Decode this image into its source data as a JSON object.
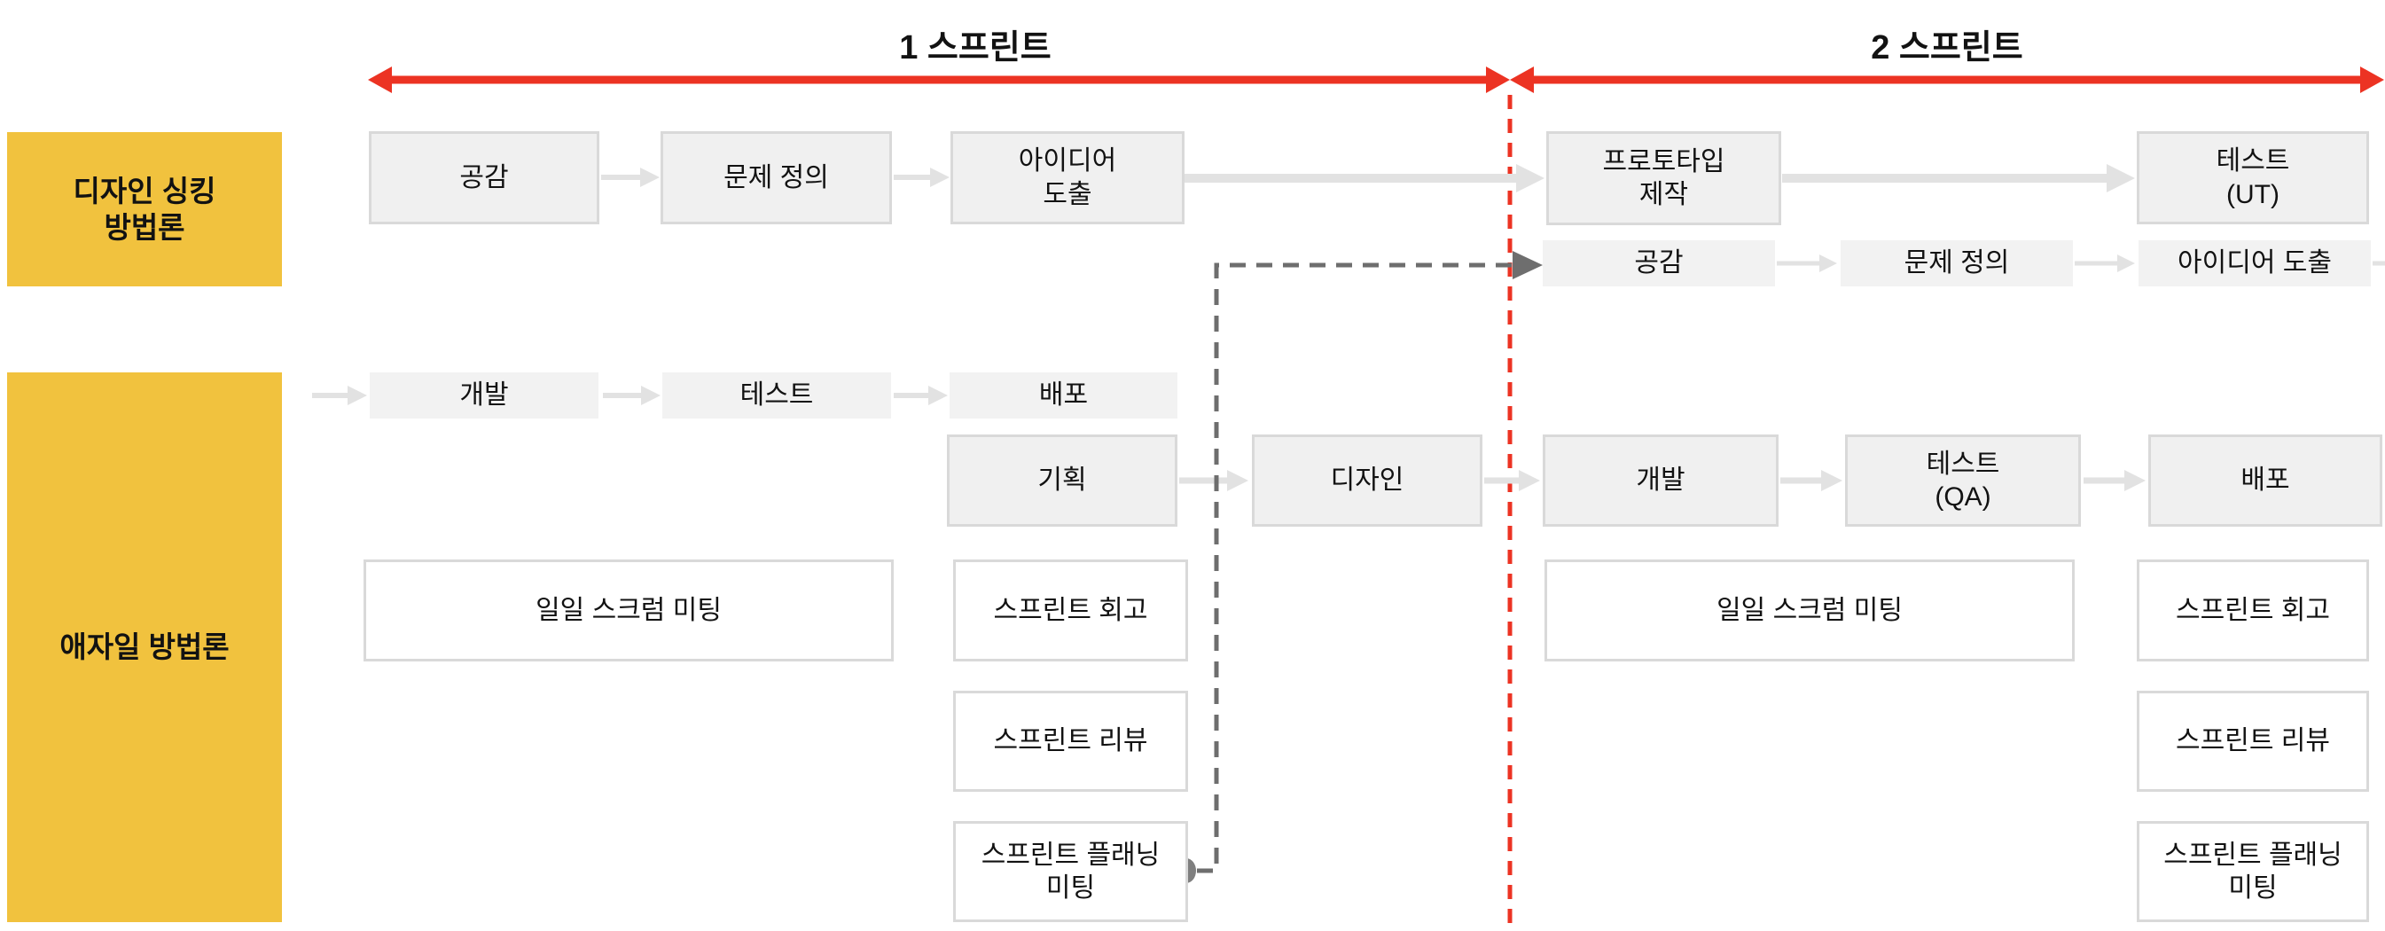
{
  "colors": {
    "lane_yellow": "#F1C23E",
    "phase_fill": "#F0F0F0",
    "phase_fill_light": "#F2F2F2",
    "phase_border": "#D9D9D9",
    "arrow_gray": "#E2E2E2",
    "sprint_red": "#EC3323",
    "dash_gray": "#6E6E6E",
    "dot_gray": "#7F7F7F",
    "text": "#121212"
  },
  "header": {
    "sprint1_label": "1 스프린트",
    "sprint2_label": "2 스프린트"
  },
  "lanes": {
    "design_thinking": "디자인 싱킹\n방법론",
    "agile": "애자일 방법론"
  },
  "design_thinking": {
    "sprint1": {
      "empathize": "공감",
      "define": "문제 정의",
      "ideate": "아이디어\n도출"
    },
    "sprint2": {
      "prototype": "프로토타입\n제작",
      "test_ut": "테스트\n(UT)",
      "empathize": "공감",
      "define": "문제 정의",
      "ideate": "아이디어 도출"
    }
  },
  "agile": {
    "sprint1": {
      "develop": "개발",
      "test": "테스트",
      "deploy": "배포",
      "plan": "기획",
      "design": "디자인",
      "daily_scrum": "일일 스크럼 미팅",
      "retrospective": "스프린트 회고",
      "review": "스프린트 리뷰",
      "planning": "스프린트 플래닝\n미팅"
    },
    "sprint2": {
      "develop": "개발",
      "test_qa": "테스트\n(QA)",
      "deploy": "배포",
      "daily_scrum": "일일 스크럼 미팅",
      "retrospective": "스프린트 회고",
      "review": "스프린트 리뷰",
      "planning": "스프린트 플래닝\n미팅"
    }
  }
}
